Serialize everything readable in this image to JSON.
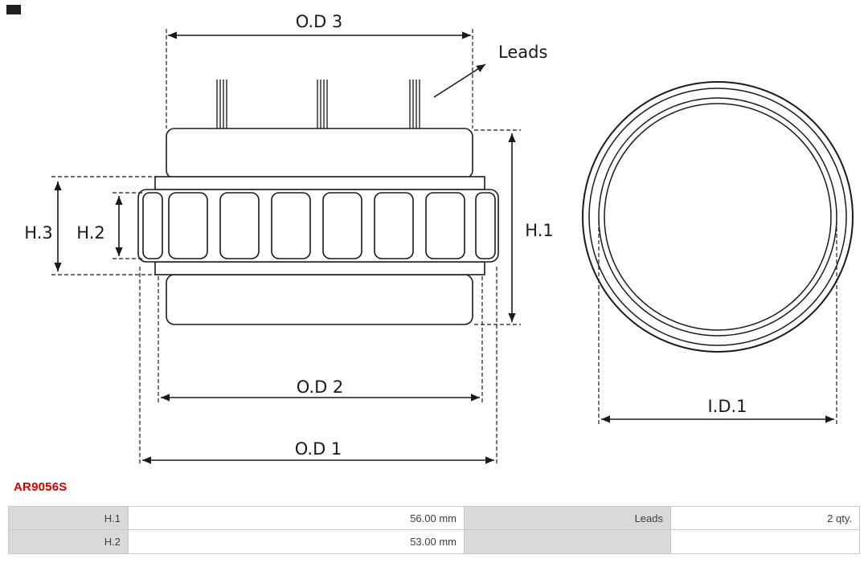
{
  "part_number": "AR9056S",
  "colors": {
    "accent_red": "#cc0000",
    "line": "#1a1a1a",
    "table_header_bg": "#d9d9d9",
    "table_border": "#c8c8c8"
  },
  "diagram": {
    "dimension_labels": {
      "od3": "O.D 3",
      "od2": "O.D 2",
      "od1": "O.D 1",
      "h1": "H.1",
      "h2": "H.2",
      "h3": "H.3",
      "id1": "I.D.1",
      "leads": "Leads"
    }
  },
  "spec_table": {
    "rows": [
      {
        "label1": "H.1",
        "value1": "56.00 mm",
        "label2": "Leads",
        "value2": "2 qty."
      },
      {
        "label1": "H.2",
        "value1": "53.00 mm",
        "label2": "",
        "value2": ""
      }
    ]
  }
}
